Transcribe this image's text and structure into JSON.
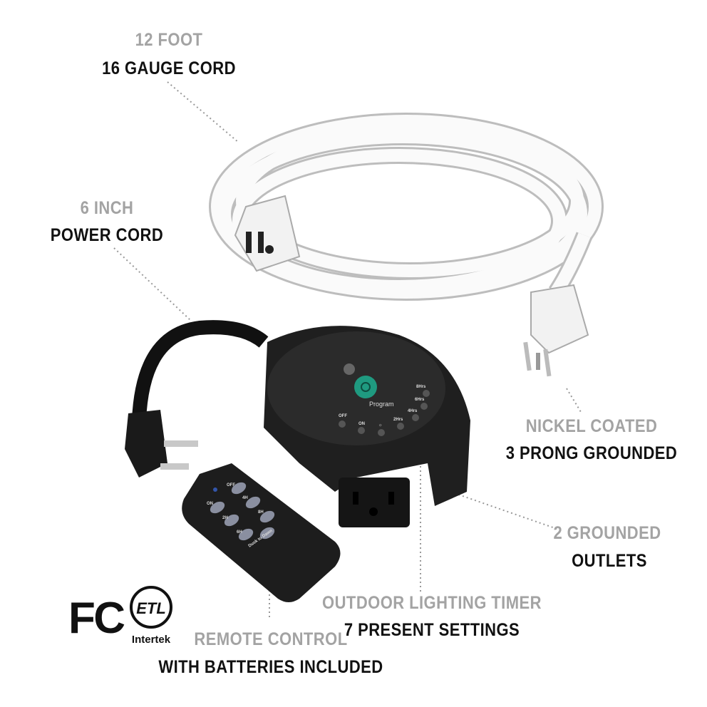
{
  "callouts": {
    "cord": {
      "line1": "12 FOOT",
      "line2": "16 GAUGE CORD"
    },
    "power_cord": {
      "line1": "6 INCH",
      "line2": "POWER CORD"
    },
    "prongs": {
      "line1": "NICKEL COATED",
      "line2": "3 PRONG GROUNDED"
    },
    "outlets": {
      "line1": "2 GROUNDED",
      "line2": "OUTLETS"
    },
    "timer": {
      "line1": "OUTDOOR LIGHTING TIMER",
      "line2": "7 PRESENT SETTINGS"
    },
    "remote": {
      "line1": "REMOTE CONTROL",
      "line2": "WITH BATTERIES INCLUDED"
    }
  },
  "timer_panel": {
    "button_label": "Program",
    "settings": [
      "OFF",
      "ON",
      "☼",
      "2Hrs",
      "4Hrs",
      "6Hrs",
      "8Hrs"
    ]
  },
  "remote_buttons": [
    "OFF",
    "ON",
    "4H",
    "2H",
    "8H",
    "6H",
    "Dusk to Dawn"
  ],
  "logos": {
    "fcc": "FC",
    "etl": "ETL",
    "intertek": "Intertek"
  },
  "colors": {
    "label_gray": "#a3a3a3",
    "label_dark": "#111111",
    "program_button": "#1f9a80"
  }
}
